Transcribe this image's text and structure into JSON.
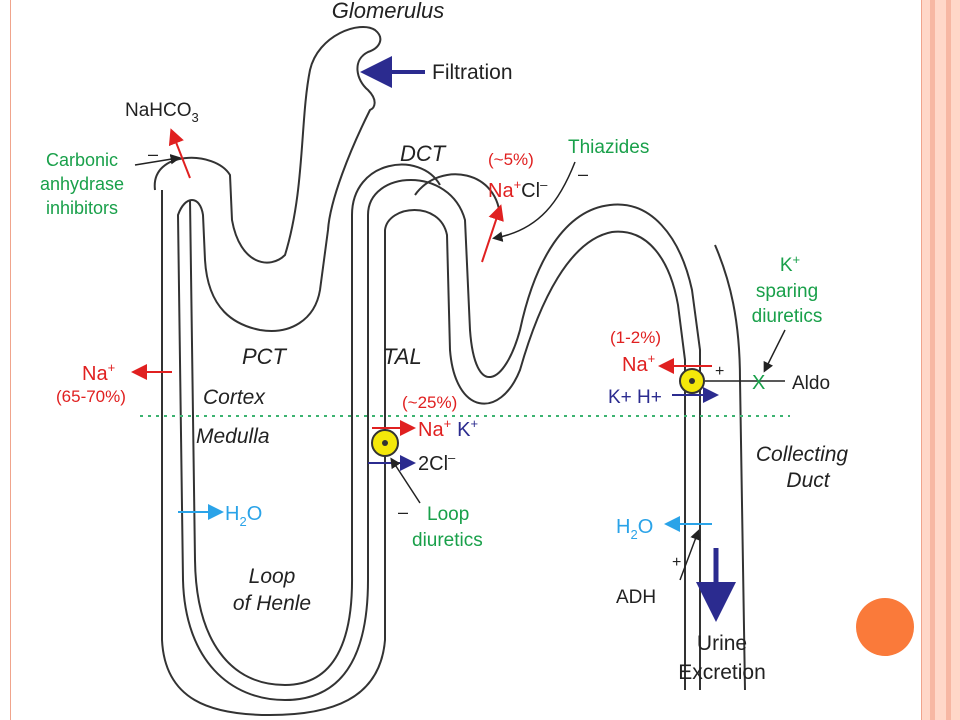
{
  "labels": {
    "glomerulus": "Glomerulus",
    "filtration": "Filtration",
    "nahco3_pre": "NaHCO",
    "nahco3_sub": "3",
    "cai_1": "Carbonic",
    "cai_2": "anhydrase",
    "cai_3": "inhibitors",
    "cai_sign": "–",
    "dct": "DCT",
    "pct_pct": "(~5%)",
    "na_cl_na": "Na",
    "na_cl_plus": "+",
    "na_cl_cl": "Cl",
    "na_cl_minus": "–",
    "thiazides": "Thiazides",
    "thiazides_sign": "–",
    "k_sparing_1": "K",
    "k_sparing_plus": "+",
    "k_sparing_2": "sparing",
    "k_sparing_3": "diuretics",
    "cd_pct": "(1-2%)",
    "cd_na": "Na",
    "cd_na_plus": "+",
    "aldo": "Aldo",
    "aldo_x": "X",
    "aldo_plus": "+",
    "k_h": "K+ H+",
    "pct_na": "Na",
    "pct_na_plus": "+",
    "pct_na_pct": "(65-70%)",
    "pct": "PCT",
    "tal": "TAL",
    "cortex": "Cortex",
    "medulla": "Medulla",
    "tal_pct": "(~25%)",
    "tal_na": "Na",
    "tal_na_plus": "+",
    "tal_k": "K",
    "tal_k_plus": "+",
    "tal_cl": "2Cl",
    "tal_cl_minus": "–",
    "loop_sign": "–",
    "loop_diuretics_1": "Loop",
    "loop_diuretics_2": "diuretics",
    "collecting_1": "Collecting",
    "collecting_2": "Duct",
    "h2o_h": "H",
    "h2o_2": "2",
    "h2o_o": "O",
    "cd_h2o_h": "H",
    "cd_h2o_2": "2",
    "cd_h2o_o": "O",
    "adh_plus": "+",
    "adh": "ADH",
    "loop_henle_1": "Loop",
    "loop_henle_2": "of Henle",
    "urine_1": "Urine",
    "urine_2": "Excretion"
  },
  "colors": {
    "tubule": "#333333",
    "red": "#e02020",
    "green": "#19a04a",
    "navy": "#2b2b8f",
    "blue": "#2aa3e8",
    "black": "#222222",
    "yellow": "#f4e80a",
    "dotted": "#3cb371"
  }
}
